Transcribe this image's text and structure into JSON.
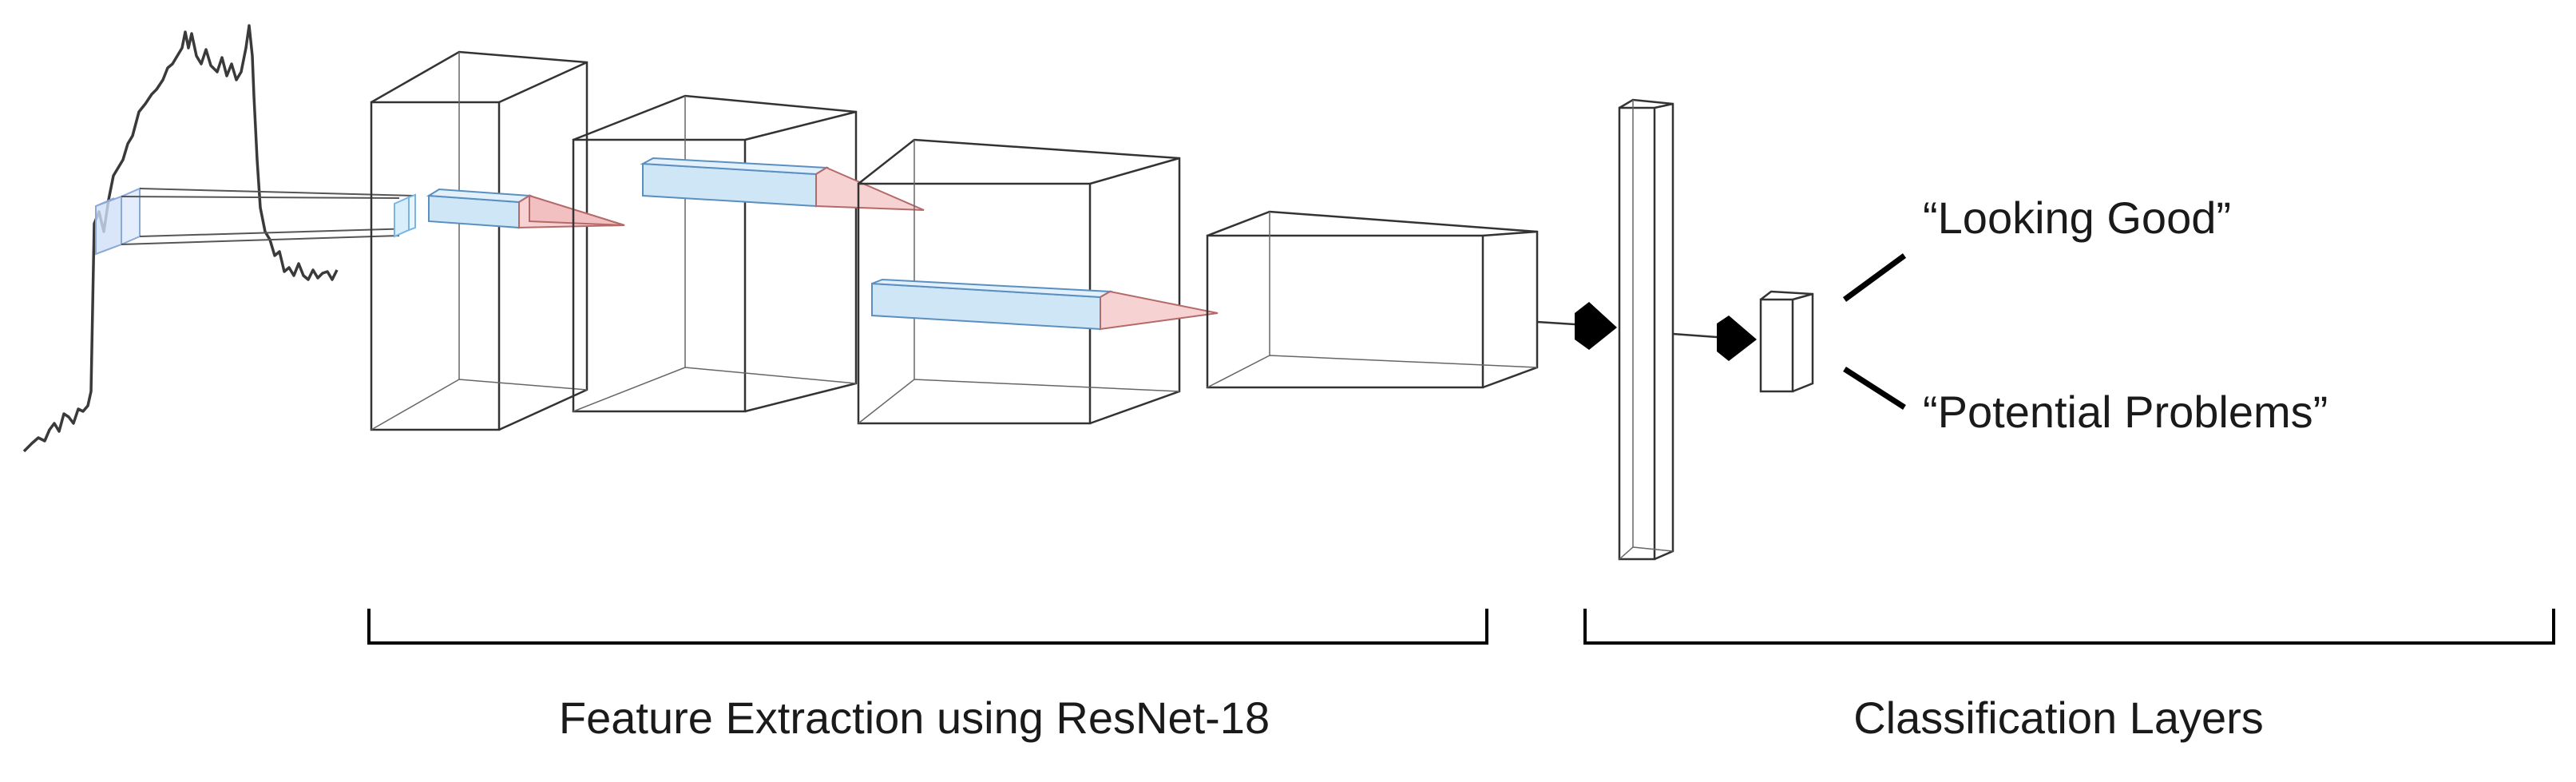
{
  "outputs": {
    "looking_good": "“Looking Good”",
    "potential_problems": "“Potential Problems”"
  },
  "sections": {
    "feature_extraction": "Feature Extraction using ResNet-18",
    "classification": "Classification Layers"
  },
  "colors": {
    "line": "#333333",
    "kernel_blue_fill": "#cfe6f7",
    "kernel_blue_stroke": "#7ab4e0",
    "kernel_pink_fill": "#f7d2d2",
    "kernel_pink_stroke": "#d48c8c",
    "arrow": "#000000"
  }
}
